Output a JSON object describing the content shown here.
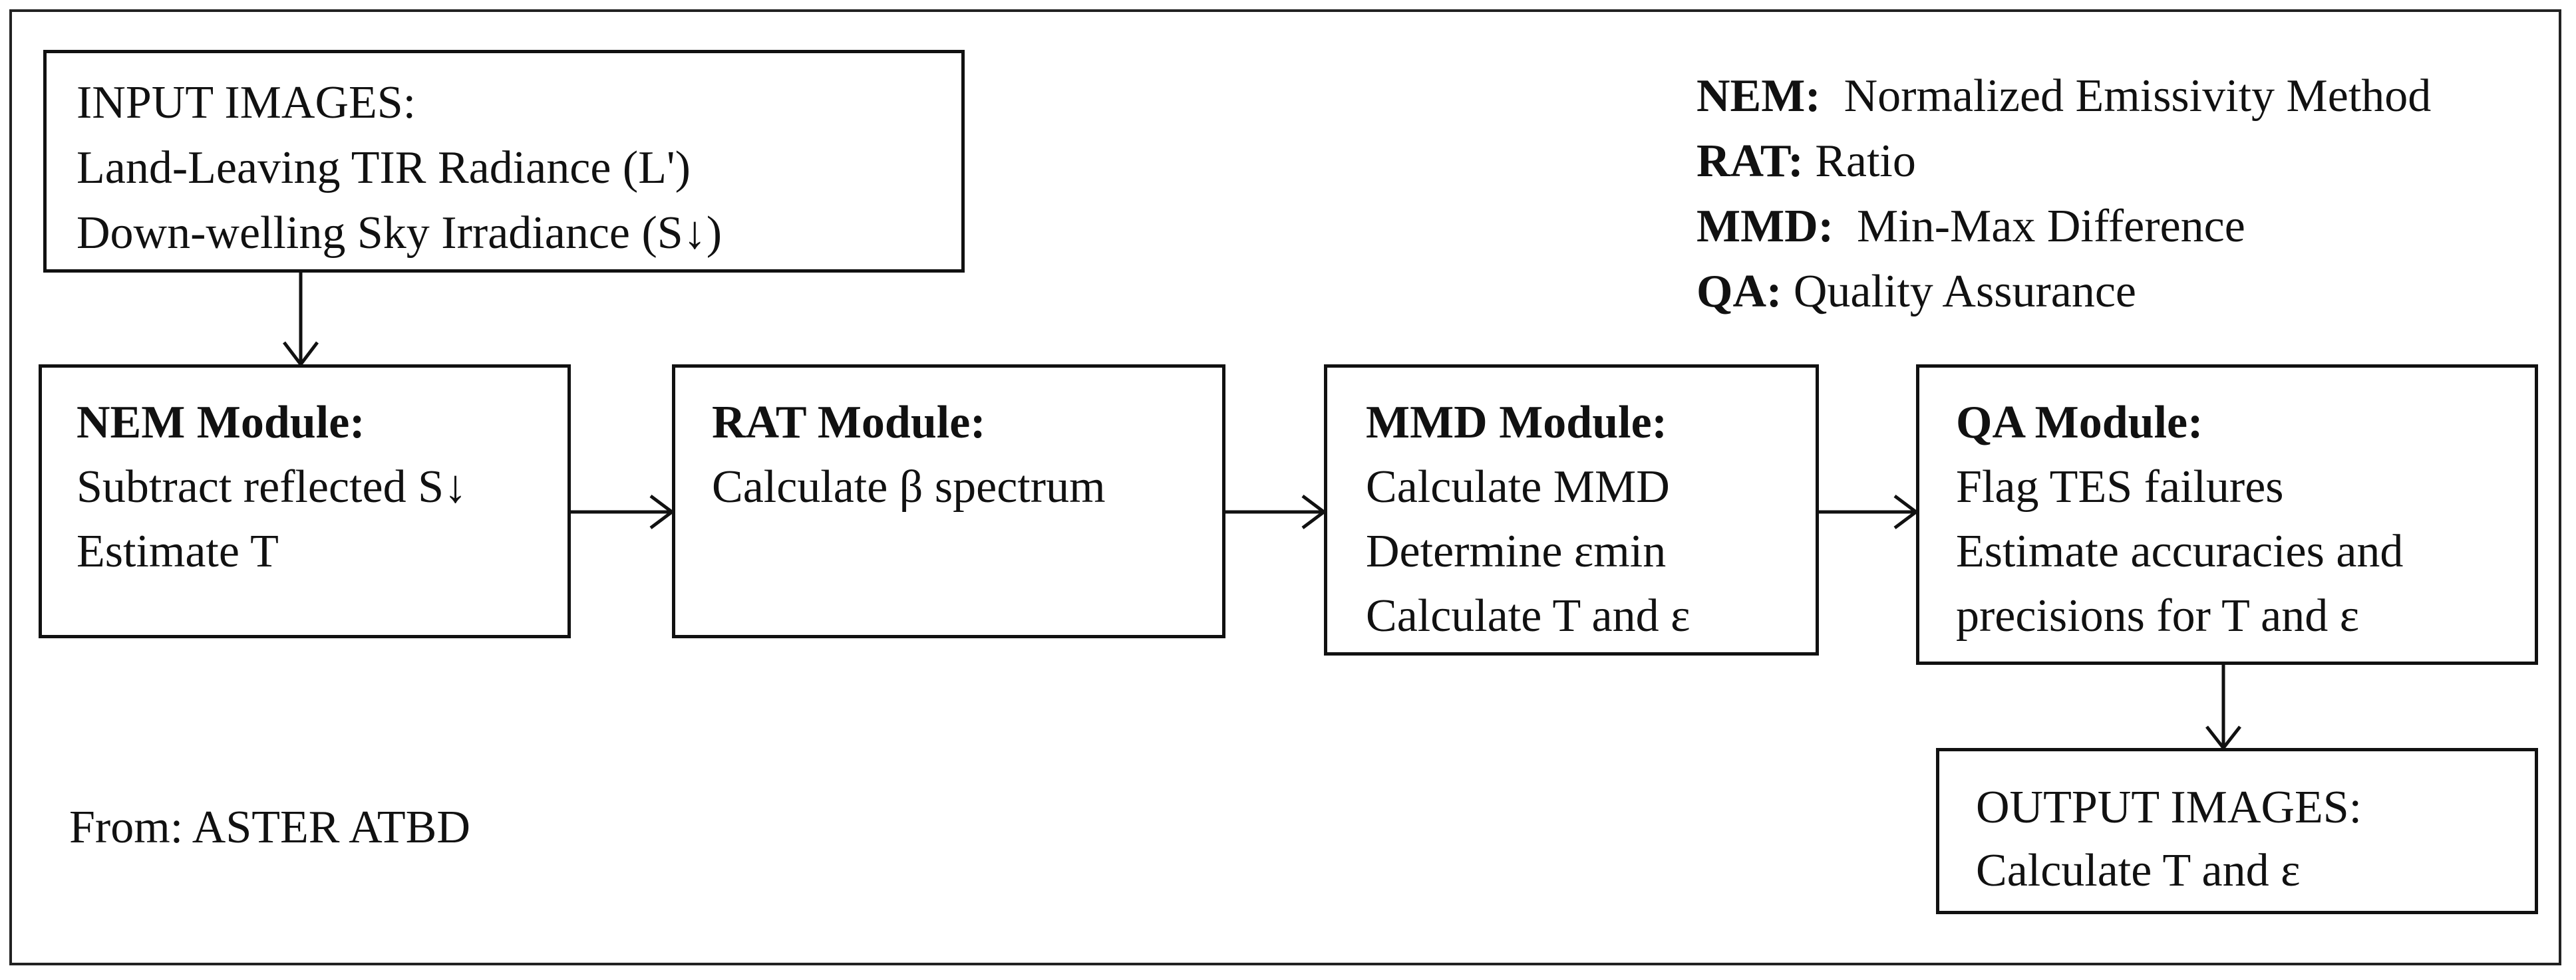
{
  "input_box": {
    "title": "INPUT IMAGES:",
    "line1": "Land-Leaving TIR Radiance (L')",
    "line2": "Down-welling Sky Irradiance (S↓)"
  },
  "nem_box": {
    "title": "NEM  Module:",
    "line1": "Subtract reflected S↓",
    "line2": "Estimate T"
  },
  "rat_box": {
    "title": "RAT Module:",
    "line1": " Calculate β spectrum"
  },
  "mmd_box": {
    "title": "MMD Module:",
    "line1": "Calculate MMD",
    "line2": "Determine εmin",
    "line3": "Calculate T and ε"
  },
  "qa_box": {
    "title": "QA Module:",
    "line1": "Flag TES failures",
    "line2": "Estimate accuracies and",
    "line3": "precisions for T and ε"
  },
  "output_box": {
    "title": "OUTPUT IMAGES:",
    "line1": "Calculate T and ε"
  },
  "legend": [
    {
      "abbr": "NEM:",
      "desc": "Normalized Emissivity Method"
    },
    {
      "abbr": "RAT:",
      "desc": "Ratio"
    },
    {
      "abbr": "MMD:",
      "desc": "Min-Max Difference"
    },
    {
      "abbr": "QA:",
      "desc": "Quality Assurance"
    }
  ],
  "source_note": "From: ASTER ATBD"
}
